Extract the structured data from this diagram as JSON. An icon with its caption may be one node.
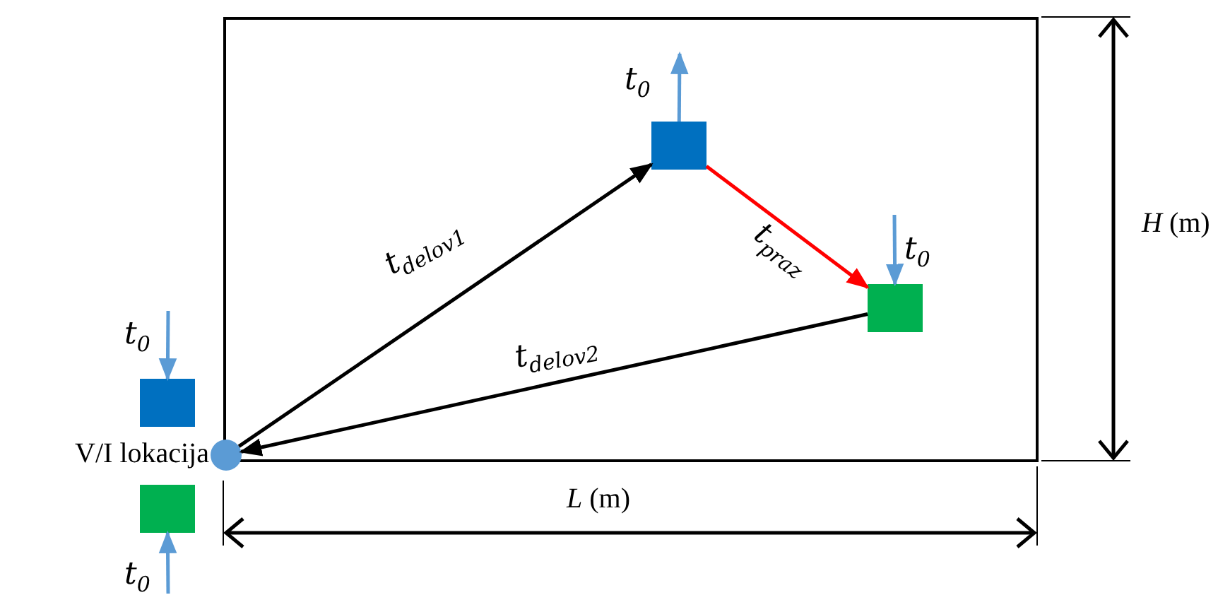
{
  "diagram": {
    "nodes": [
      {
        "text": [],
        "shape": "box"
      },
      {
        "text": [],
        "shape": "box",
        "in": 0
      },
      {
        "text": [],
        "shape": "box",
        "in": 0
      },
      {
        "text": [],
        "shape": "circle",
        "beside": [
          "V/I lokacija"
        ]
      },
      {
        "text": [],
        "shape": "box"
      },
      {
        "text": [],
        "shape": "box"
      }
    ],
    "edges": [
      {
        "from": 3,
        "to": 1,
        "arrow": "to",
        "label": "t$_{delov1}$",
        "color": "#000000"
      },
      {
        "from": 1,
        "to": 2,
        "arrow": "to",
        "label": "t$_{praz}$",
        "color": "#ff0000"
      },
      {
        "from": 2,
        "to": 3,
        "arrow": "to",
        "label": "t$_{delov2}$",
        "color": "#000000"
      },
      {
        "from": 1,
        "to": null,
        "arrow": "to",
        "label": "t$_{0}$"
      },
      {
        "from": null,
        "to": 2,
        "arrow": "to",
        "label": "t$_{0}$"
      },
      {
        "from": null,
        "to": 4,
        "arrow": "to",
        "label": "t$_{0}$"
      },
      {
        "from": null,
        "to": 5,
        "arrow": "to",
        "label": "t$_{0}$"
      }
    ],
    "labels": [
      "*H* (m)",
      "*L* (m)"
    ]
  }
}
